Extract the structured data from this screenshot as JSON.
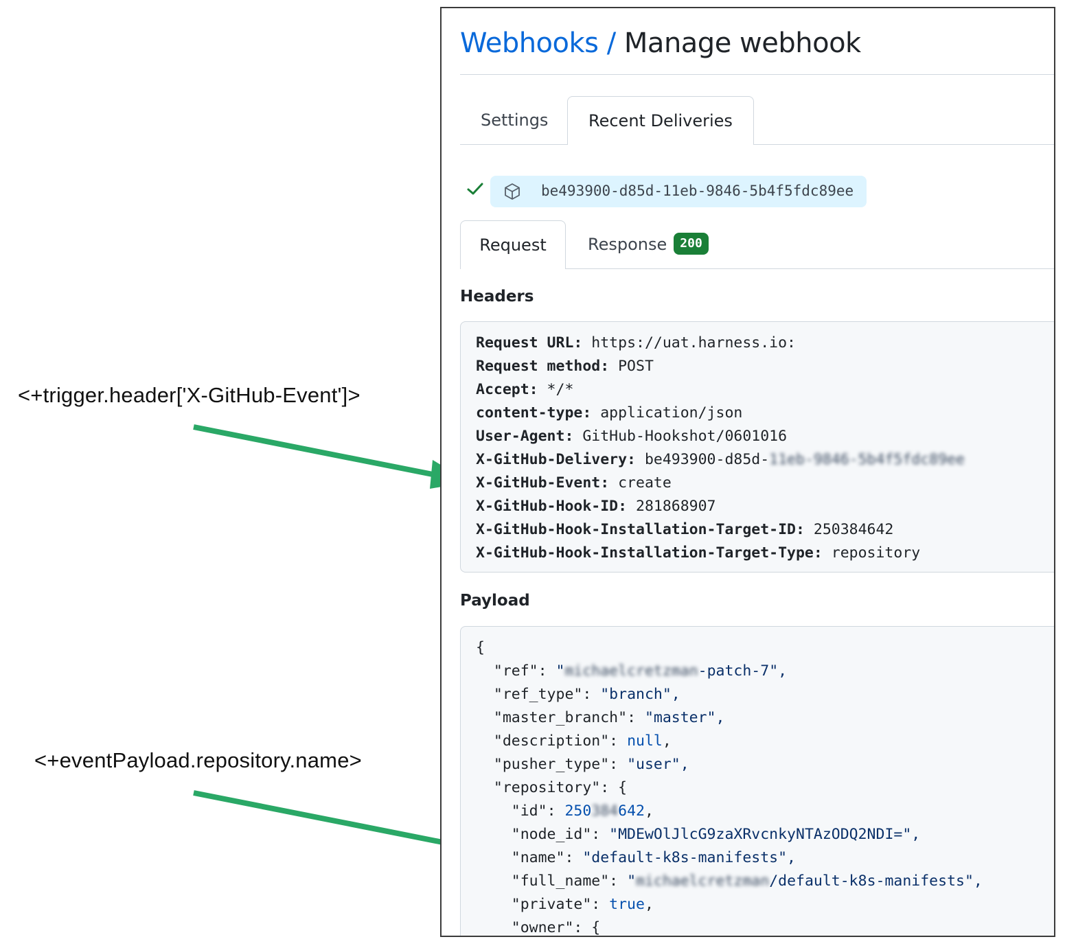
{
  "annotations": [
    {
      "text": "<+trigger.header['X-GitHub-Event']>"
    },
    {
      "text": "<+eventPayload.repository.name>"
    }
  ],
  "breadcrumb": {
    "link": "Webhooks",
    "separator": " / ",
    "current": "Manage webhook"
  },
  "tabs": [
    {
      "label": "Settings",
      "active": false
    },
    {
      "label": "Recent Deliveries",
      "active": true
    }
  ],
  "delivery": {
    "status_icon": "check-icon",
    "guid": "be493900-d85d-11eb-9846-5b4f5fdc89ee"
  },
  "subtabs": {
    "request": "Request",
    "response": "Response",
    "response_code": "200"
  },
  "headers_title": "Headers",
  "headers": [
    {
      "key": "Request URL:",
      "value": " https://uat.harness.io:"
    },
    {
      "key": "Request method:",
      "value": " POST"
    },
    {
      "key": "Accept:",
      "value": " */*"
    },
    {
      "key": "content-type:",
      "value": " application/json"
    },
    {
      "key": "User-Agent:",
      "value": " GitHub-Hookshot/0601016"
    },
    {
      "key": "X-GitHub-Delivery:",
      "value": " be493900-d85d-",
      "blurred": "11eb-9846-5b4f5fdc89ee"
    },
    {
      "key": "X-GitHub-Event:",
      "value": " create"
    },
    {
      "key": "X-GitHub-Hook-ID:",
      "value": " 281868907"
    },
    {
      "key": "X-GitHub-Hook-Installation-Target-ID:",
      "value": " 250384642"
    },
    {
      "key": "X-GitHub-Hook-Installation-Target-Type:",
      "value": " repository"
    }
  ],
  "payload_title": "Payload",
  "payload": {
    "open": "{",
    "ref": {
      "key": "\"ref\"",
      "blurred": "michaelcretzman",
      "value": "-patch-7\","
    },
    "ref_type": {
      "key": "\"ref_type\"",
      "value": "\"branch\","
    },
    "master_branch": {
      "key": "\"master_branch\"",
      "value": "\"master\","
    },
    "description": {
      "key": "\"description\"",
      "value": "null",
      "tail": ","
    },
    "pusher_type": {
      "key": "\"pusher_type\"",
      "value": "\"user\","
    },
    "repository": {
      "key": "\"repository\"",
      "value": "{"
    },
    "id": {
      "key": "\"id\"",
      "value_a": "250",
      "blurred": "384",
      "value_b": "642",
      "tail": ","
    },
    "node_id": {
      "key": "\"node_id\"",
      "value": "\"MDEwOlJlcG9zaXRvcnkyNTAzODQ2NDI=\","
    },
    "name": {
      "key": "\"name\"",
      "value": "\"default-k8s-manifests\","
    },
    "full_name": {
      "key": "\"full_name\"",
      "blurred": "michaelcretzman",
      "value": "/default-k8s-manifests\","
    },
    "private": {
      "key": "\"private\"",
      "value": "true",
      "tail": ","
    },
    "owner": {
      "key": "\"owner\"",
      "value": "{"
    }
  },
  "colors": {
    "link": "#0969da",
    "badge": "#1a7f37",
    "arrow": "#2aa866",
    "pill": "#ddf4ff"
  }
}
